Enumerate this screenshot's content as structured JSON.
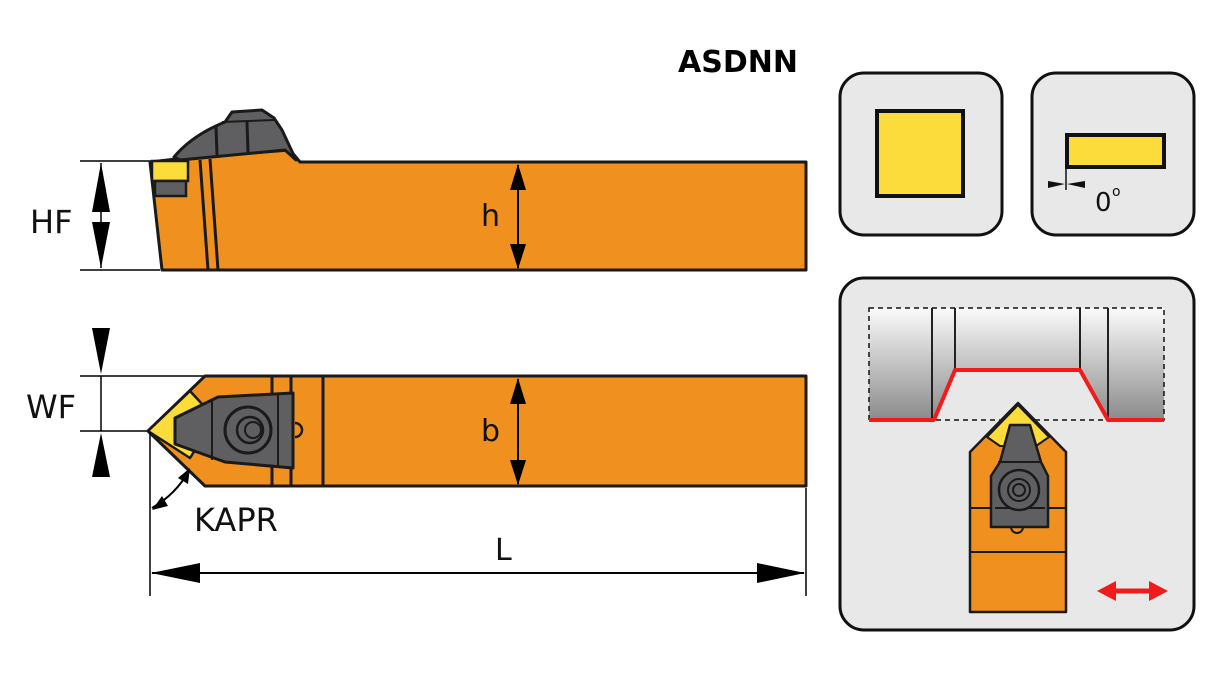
{
  "title": "ASDNN",
  "dimensions": {
    "hf": "HF",
    "h": "h",
    "wf": "WF",
    "b": "b",
    "kapr": "KAPR",
    "l": "L"
  },
  "clearance_angle": {
    "value": "0",
    "unit": "o"
  },
  "colors": {
    "body": "#f0901e",
    "insert": "#fbdc3a",
    "clamp": "#5f5f61",
    "panel": "#e9e8e8",
    "cut_path": "#f21b1b"
  },
  "icons": {
    "insert_shape": "square-insert-icon",
    "clearance": "clearance-angle-icon",
    "operation": "turning-operation-icon",
    "feed_direction": "bidirectional-arrow-icon"
  }
}
